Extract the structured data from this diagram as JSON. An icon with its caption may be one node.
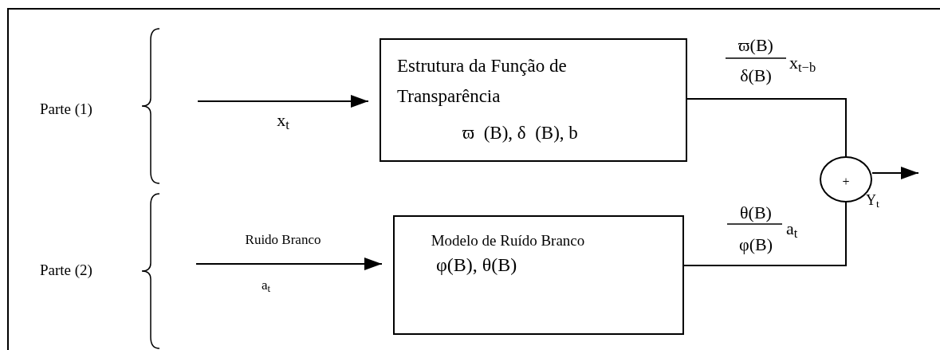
{
  "diagram": {
    "nodes": [
      {
        "text": [
          "Estrutura da Função de Transparência",
          "ϖ  (B), δ  (B), b"
        ]
      },
      {
        "text": [
          "Modelo de Ruído Branco",
          "φ(B), θ(B)"
        ]
      },
      {
        "text": [
          "+"
        ],
        "beside": [
          "Y$_{t}$"
        ]
      }
    ],
    "edges": [
      {
        "from": null,
        "to": 0,
        "arrow": "to",
        "label": "x$_{t}$"
      },
      {
        "from": null,
        "to": 1,
        "arrow": "to",
        "label": "Ruido Branco"
      },
      {
        "from": 0,
        "to": 2,
        "arrow": "none"
      },
      {
        "from": 1,
        "to": 2,
        "arrow": "none"
      },
      {
        "from": 2,
        "to": null,
        "arrow": "to"
      }
    ],
    "labels": [
      "ϖ(B)",
      "δ(B)",
      "x$_{t−b}$",
      "Parte (1)",
      "θ(B)",
      "φ(B)",
      "a$_{t}$",
      "Parte (2)",
      "a$_{t}$"
    ]
  }
}
